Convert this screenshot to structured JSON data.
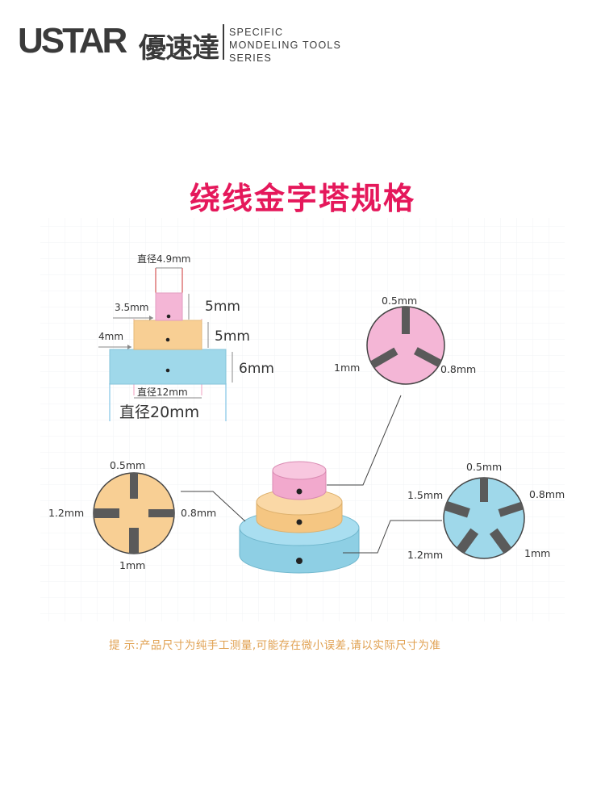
{
  "brand": {
    "logo_text": "USTAR",
    "logo_cn": "優速達",
    "tagline": [
      "SPECIFIC",
      "MONDELING TOOLS",
      "SERIES"
    ]
  },
  "title": "绕线金字塔规格",
  "side_view": {
    "top_diameter": "直径4.9mm",
    "top_width": "3.5mm",
    "top_height": "5mm",
    "middle_width": "4mm",
    "middle_height": "5mm",
    "bottom_height": "6mm",
    "middle_diameter": "直径12mm",
    "bottom_diameter": "直径20mm"
  },
  "top_disc": {
    "labels": [
      "0.5mm",
      "1mm",
      "0.8mm"
    ]
  },
  "middle_disc": {
    "labels": [
      "0.5mm",
      "1.2mm",
      "0.8mm",
      "1mm"
    ]
  },
  "bottom_disc": {
    "labels": [
      "0.5mm",
      "1.5mm",
      "0.8mm",
      "1.2mm",
      "1mm"
    ]
  },
  "note": "提 示:产品尺寸为纯手工测量,可能存在微小误差,请以实际尺寸为准",
  "colors": {
    "pink": "#f4b6d6",
    "orange": "#f8cf94",
    "blue": "#9fd8ea",
    "slot": "#5a5a5a",
    "title_red": "#e5185b",
    "note_orange": "#e0a050"
  }
}
